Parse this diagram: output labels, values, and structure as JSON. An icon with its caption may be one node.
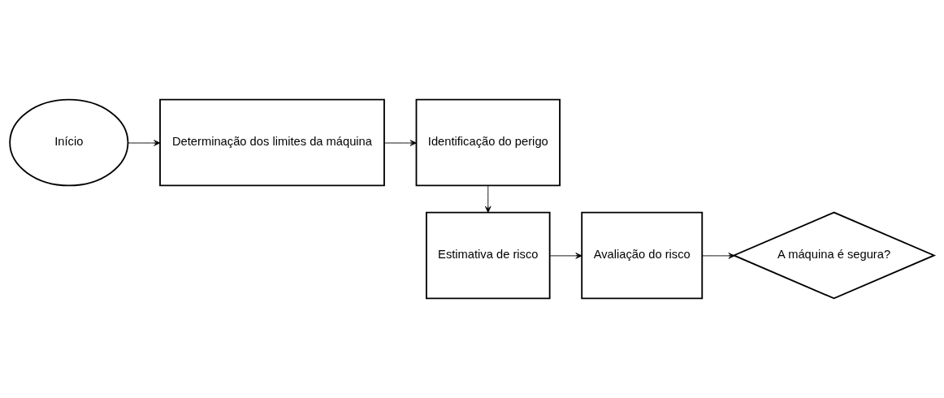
{
  "diagram": {
    "nodes": [
      {
        "text": [
          "Início"
        ]
      },
      {
        "text": [
          "Determinação dos limites da máquina"
        ]
      },
      {
        "text": [
          "Identificação do perigo"
        ]
      },
      {
        "text": [
          "Estimativa de risco"
        ]
      },
      {
        "text": [
          "Avaliação do risco"
        ]
      },
      {
        "text": [
          "A máquina é segura?"
        ]
      }
    ],
    "edges": [
      {
        "from": 0,
        "to": 1,
        "arrow": "to"
      },
      {
        "from": 1,
        "to": 2,
        "arrow": "to"
      },
      {
        "from": 2,
        "to": 3,
        "arrow": "to"
      },
      {
        "from": 3,
        "to": 4,
        "arrow": "to"
      },
      {
        "from": 4,
        "to": 5,
        "arrow": "to"
      }
    ]
  }
}
